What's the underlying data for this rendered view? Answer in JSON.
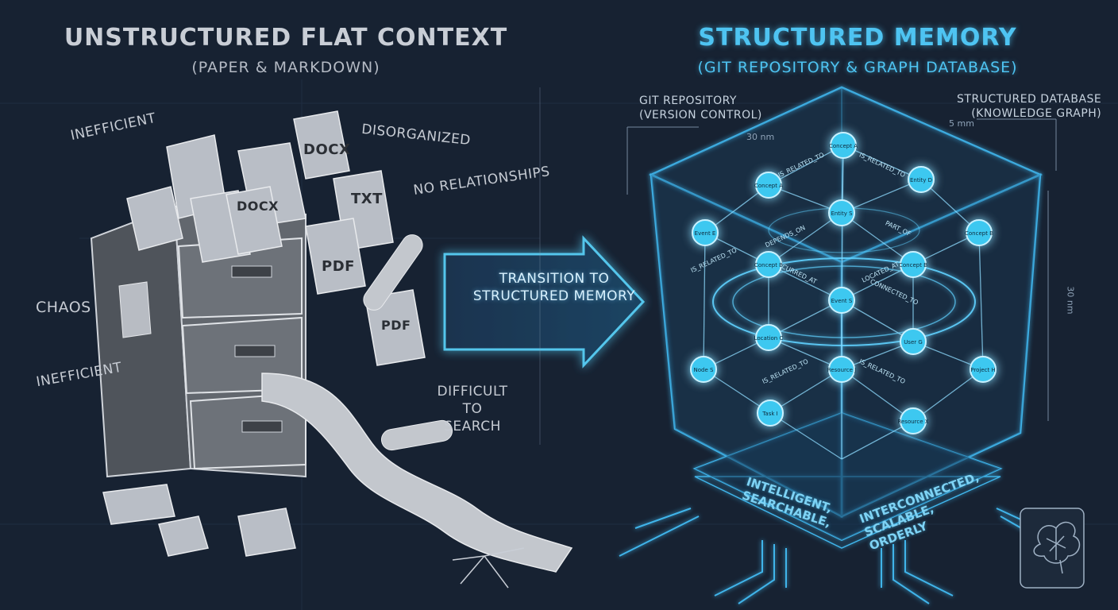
{
  "left": {
    "title": "UNSTRUCTURED FLAT CONTEXT",
    "subtitle": "(PAPER & MARKDOWN)",
    "annotations": [
      "INEFFICIENT",
      "DISORGANIZED",
      "NO RELATIONSHIPS",
      "CHAOS",
      "INEFFICIENT",
      "DIFFICULT TO SEARCH"
    ],
    "doc_tags": [
      "DOCX",
      "DOCX",
      "TXT",
      "PDF",
      "PDF"
    ]
  },
  "arrow": {
    "label_line1": "TRANSITION TO",
    "label_line2": "STRUCTURED MEMORY"
  },
  "right": {
    "title": "STRUCTURED MEMORY",
    "subtitle": "(GIT REPOSITORY & GRAPH DATABASE)",
    "git_label": "GIT REPOSITORY",
    "git_sub": "(VERSION CONTROL)",
    "db_label": "STRUCTURED DATABASE",
    "db_sub": "(KNOWLEDGE GRAPH)",
    "dims": [
      "30 nm",
      "5 mm",
      "30 nm"
    ],
    "base_left": "INTELLIGENT, SEARCHABLE,",
    "base_right": "INTERCONNECTED, SCALABLE, ORDERLY",
    "nodes": [
      "Concept A",
      "Entity D",
      "Concept A",
      "Entity S",
      "Event E",
      "Concept B",
      "Concept B",
      "Concept B",
      "Event S",
      "Location C",
      "User G",
      "Node S",
      "Resource J",
      "Project H",
      "Task I",
      "Resource X"
    ],
    "edge_labels": [
      "IS_RELATED_TO",
      "IS_RELATED_TO",
      "DEPENDS_ON",
      "PART_OF",
      "IS_RELATED_TO",
      "OCCURRED_AT",
      "LOCATED_AT",
      "CONNECTED_TO",
      "IS_RELATED_TO",
      "IS_RELATED_TO"
    ]
  },
  "colors": {
    "background": "#172232",
    "glow": "#4ec4f2",
    "paper": "#b9bec6",
    "cabinet": "#585d64"
  },
  "icons": [
    "brain-icon"
  ]
}
